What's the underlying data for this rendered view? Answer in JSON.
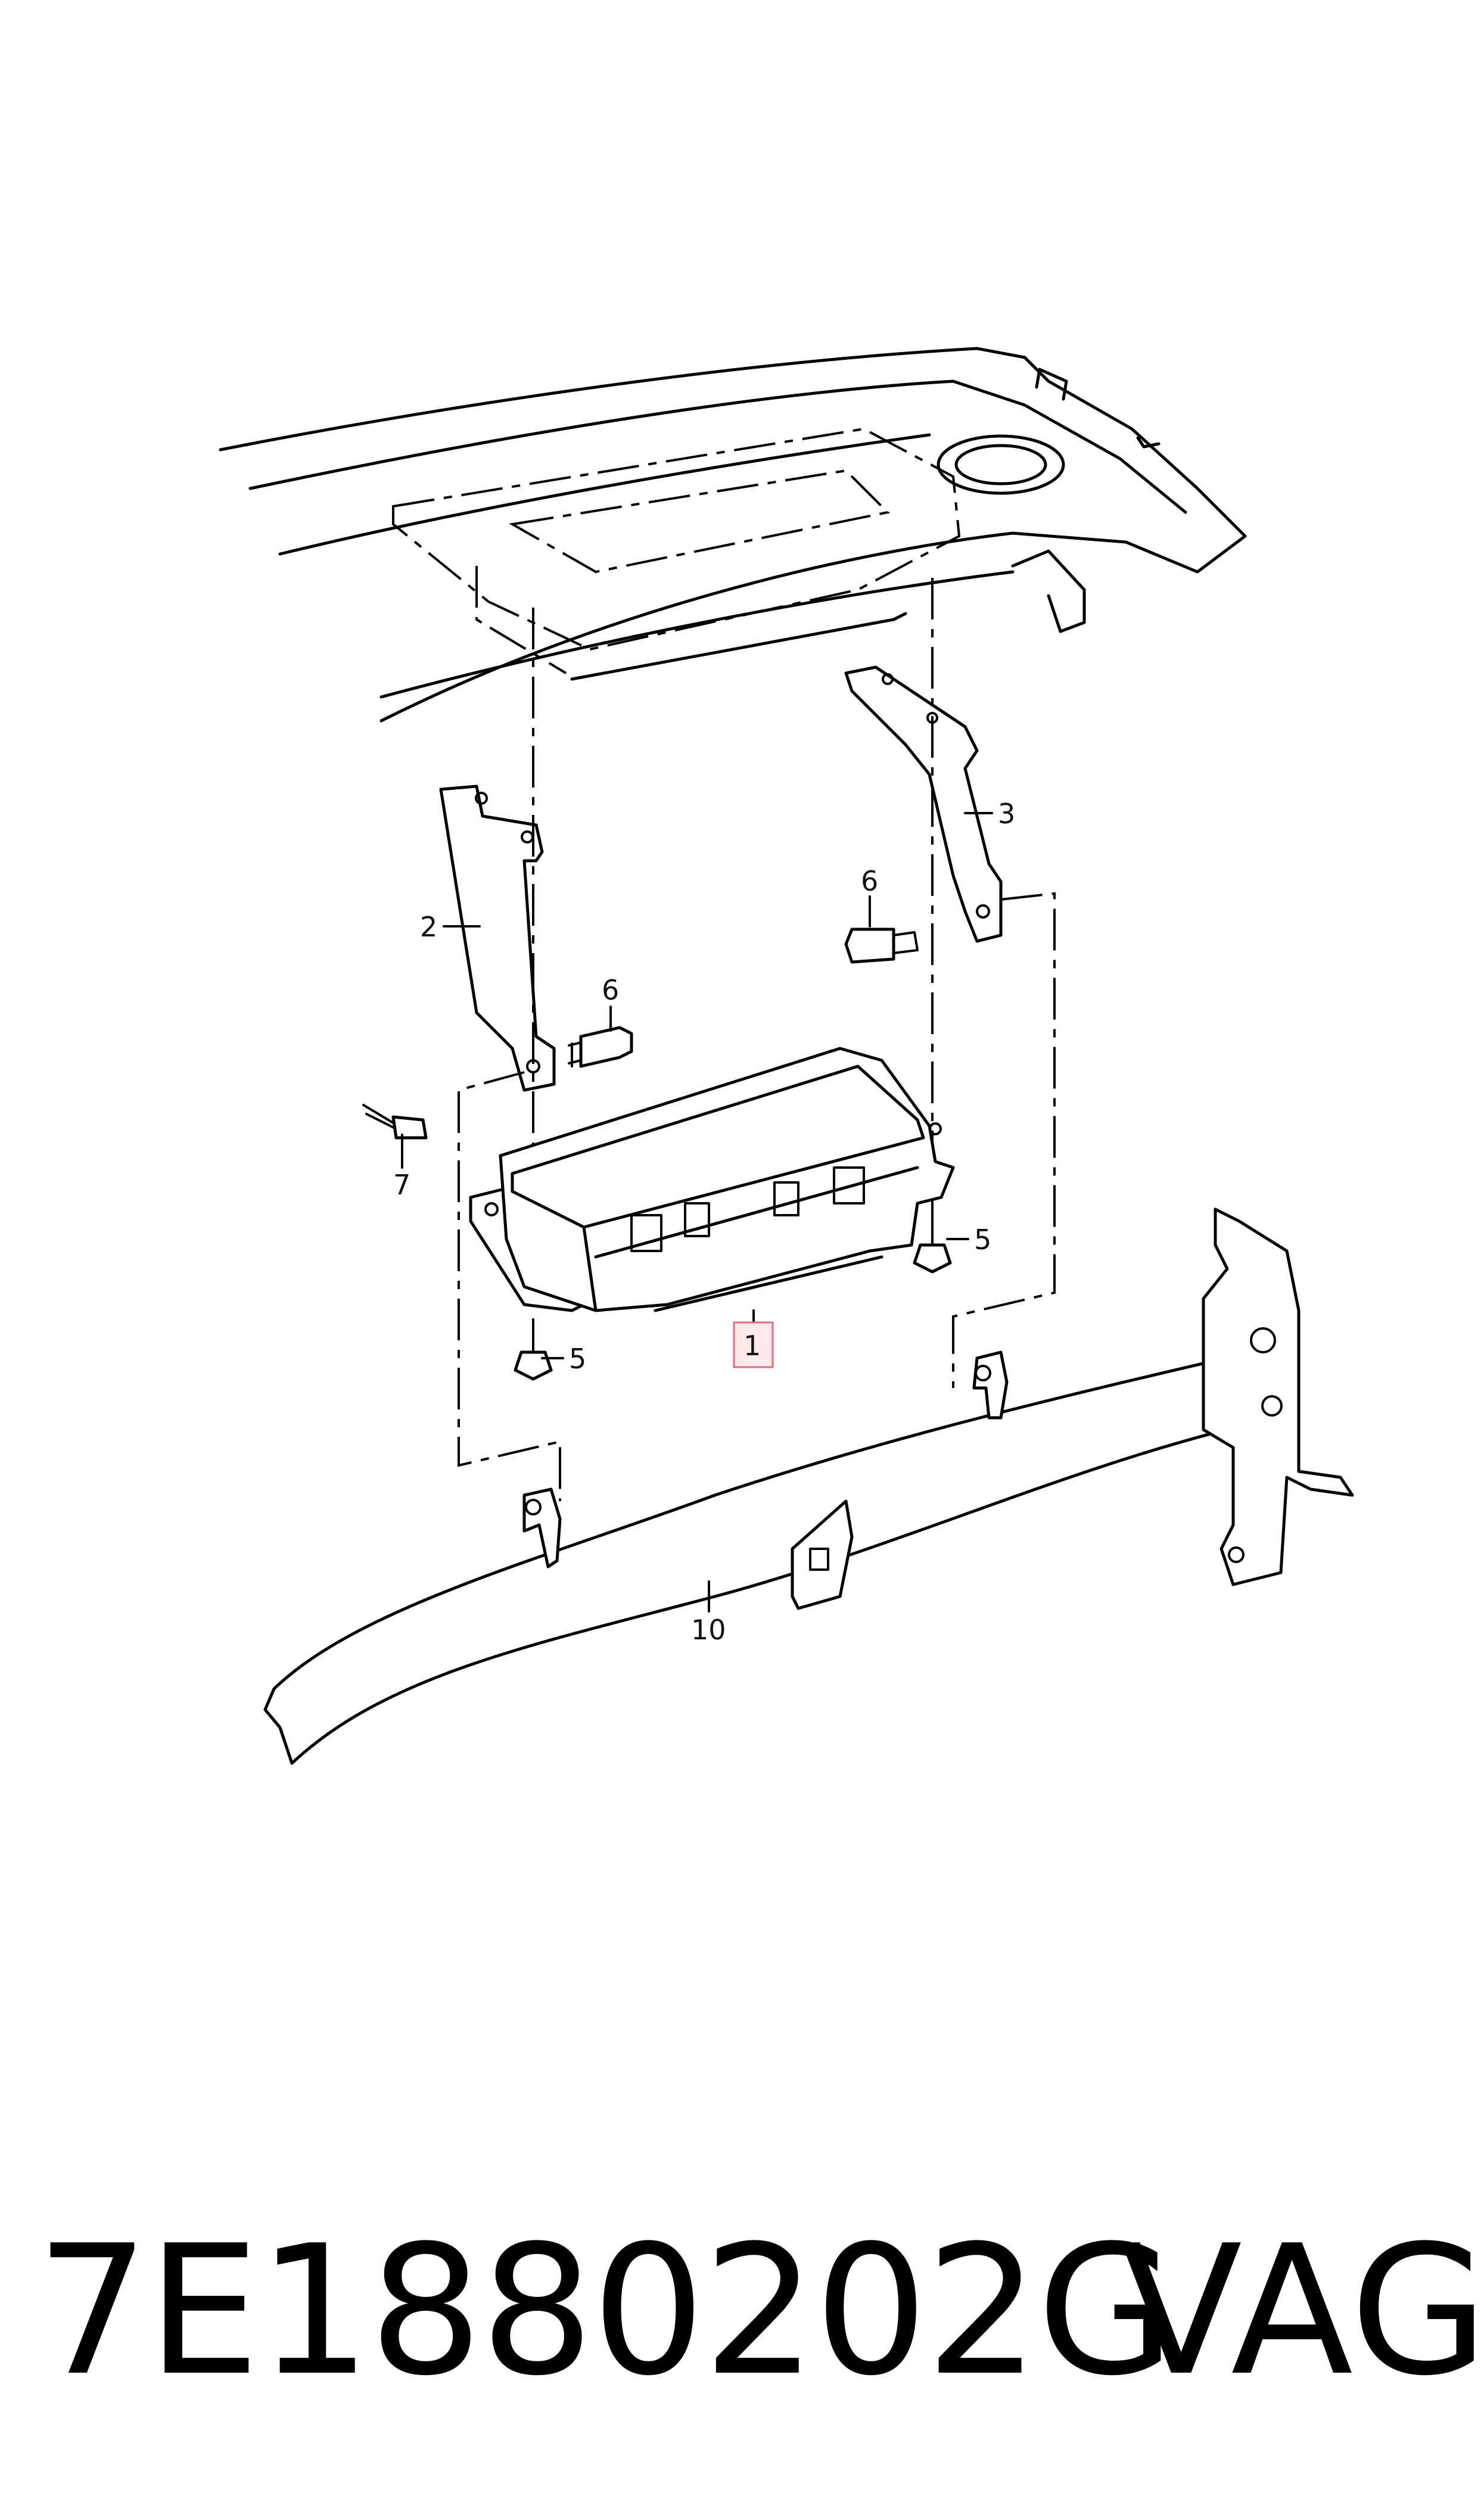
{
  "diagram": {
    "callouts": [
      {
        "id": "c1",
        "label": "1",
        "highlighted": true
      },
      {
        "id": "c2",
        "label": "2"
      },
      {
        "id": "c3",
        "label": "3"
      },
      {
        "id": "c5a",
        "label": "5"
      },
      {
        "id": "c5b",
        "label": "5"
      },
      {
        "id": "c6a",
        "label": "6"
      },
      {
        "id": "c6b",
        "label": "6"
      },
      {
        "id": "c7",
        "label": "7"
      },
      {
        "id": "c10",
        "label": "10"
      }
    ],
    "highlight_color": "#fde8ea"
  },
  "footer": {
    "part_number": "7E1880202G",
    "brand": "VAG"
  }
}
